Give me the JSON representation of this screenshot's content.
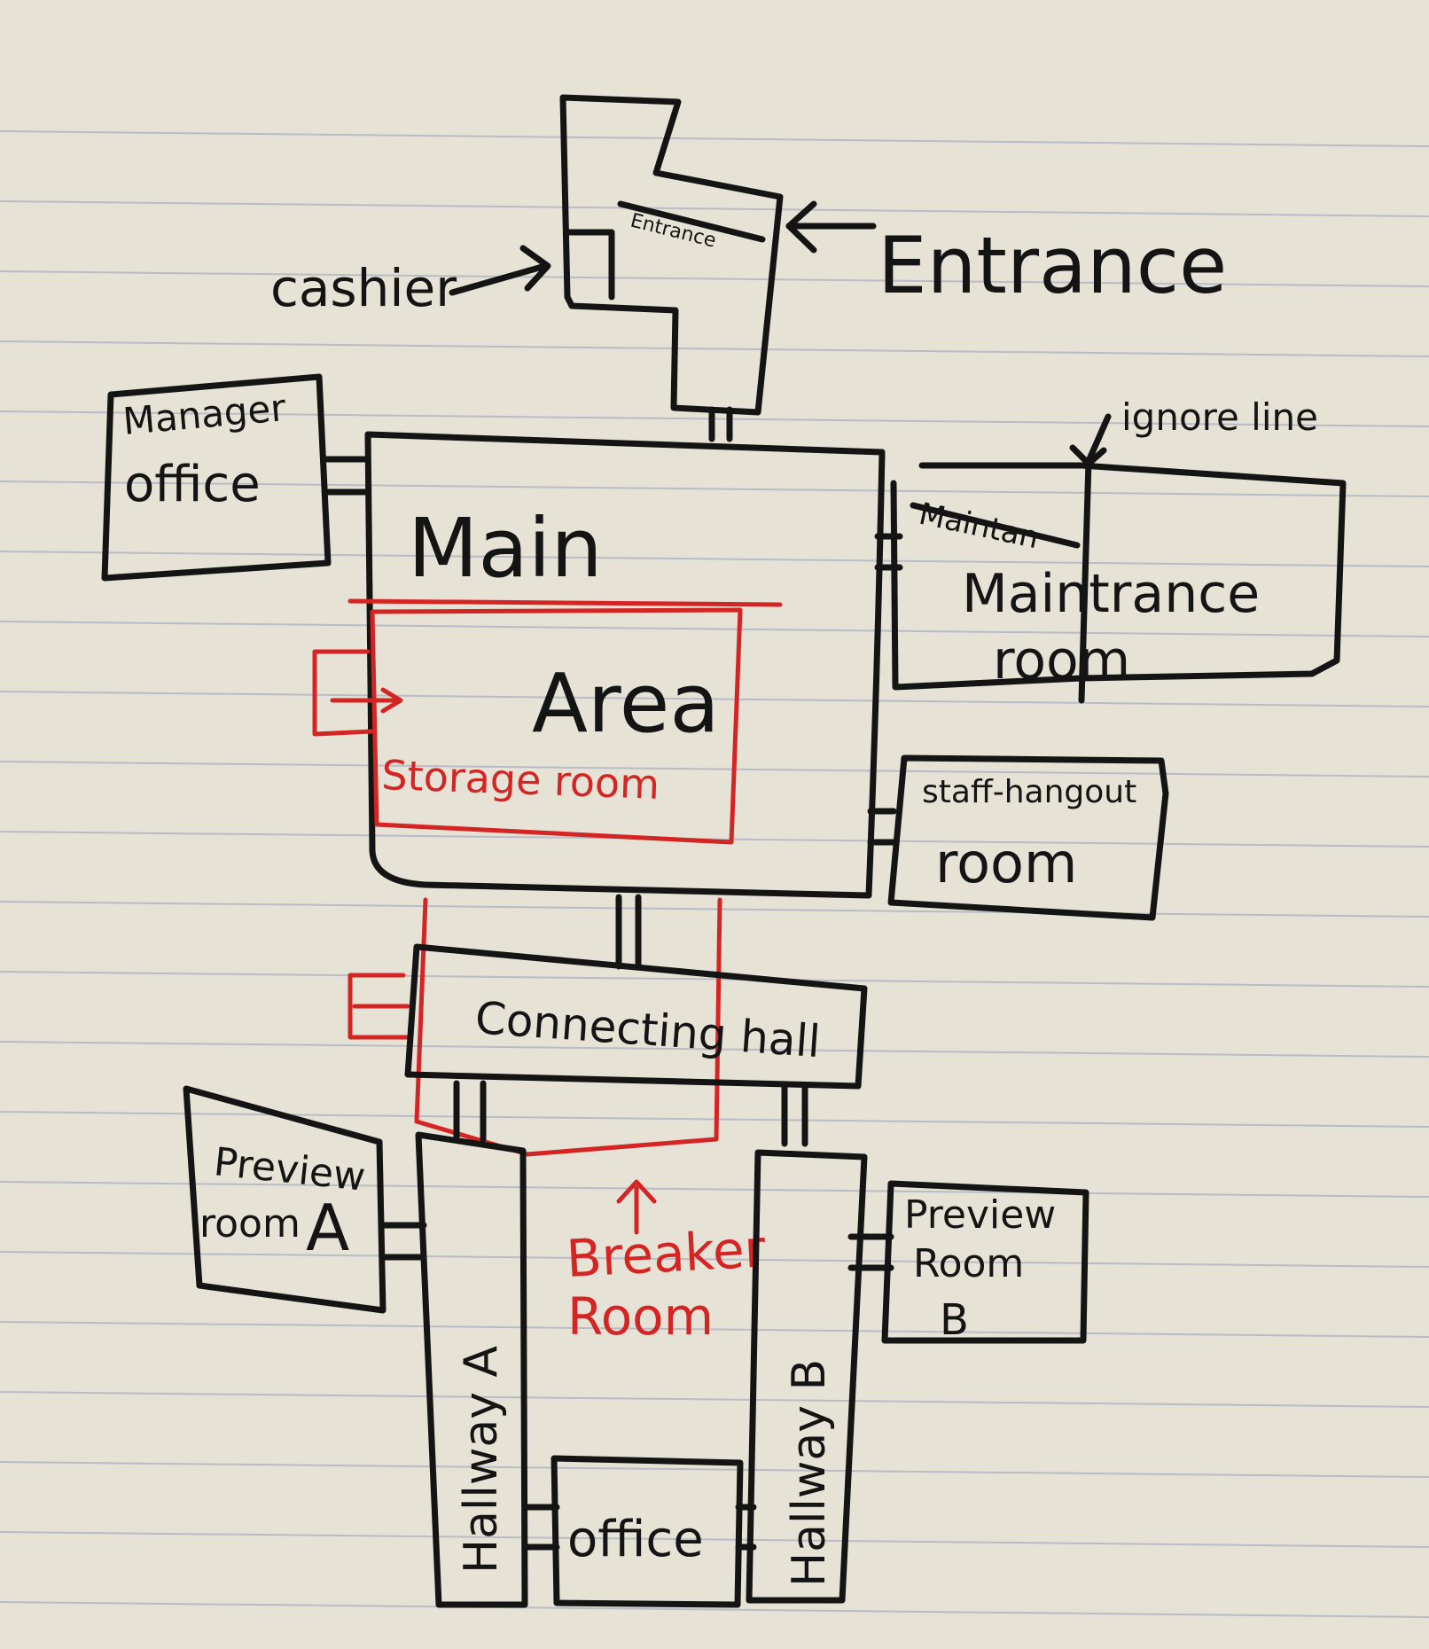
{
  "colors": {
    "paper": "#e6e2d6",
    "rule_line": "#b9bcc6",
    "ink": "#141414",
    "red_ink": "#d42525"
  },
  "annotations": {
    "cashier": "cashier",
    "entrance": "Entrance",
    "ignore_line": "ignore line",
    "entrance_crossed": "Entrance",
    "maintenance_crossed": "Maintan"
  },
  "rooms": {
    "manager_office": {
      "line1": "Manager",
      "line2": "office"
    },
    "main_area": {
      "line1": "Main",
      "line2": "Area"
    },
    "storage_room": "Storage room",
    "maintenance_room": {
      "line1": "Maintrance",
      "line2": "room"
    },
    "staff_hangout": {
      "line1": "staff-hangout",
      "line2": "room"
    },
    "connecting_hall": "Connecting hall",
    "preview_room_a": {
      "line1": "Preview",
      "line2": "room",
      "line3": "A"
    },
    "preview_room_b": {
      "line1": "Preview",
      "line2": "Room",
      "line3": "B"
    },
    "breaker_room": {
      "line1": "Breaker",
      "line2": "Room"
    },
    "hallway_a": "Hallway A",
    "hallway_b": "Hallway B",
    "office": "office"
  }
}
